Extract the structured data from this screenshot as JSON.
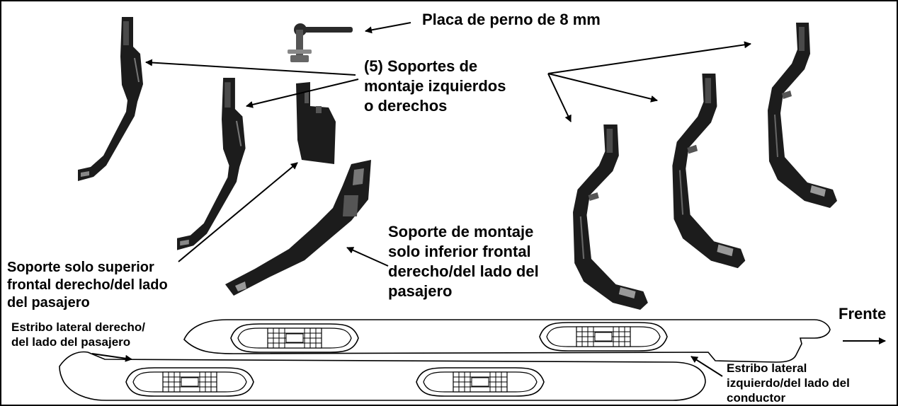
{
  "labels": {
    "bolt_plate": "Placa de perno de 8 mm",
    "mount_brackets": "(5) Soportes de\nmontaje izquierdos\no derechos",
    "front_lower_bracket": "Soporte de montaje\nsolo inferior frontal\nderecho/del lado del\npasajero",
    "front_upper_bracket": "Soporte solo superior\nfrontal derecho/del lado\ndel pasajero",
    "passenger_step": "Estribo lateral derecho/\ndel lado del pasajero",
    "front": "Frente",
    "driver_step": "Estribo lateral\nizquierdo/del lado del\nconductor"
  },
  "icons": {
    "brackets": "bracket-icon",
    "bolt": "bolt-icon",
    "small_bracket": "small-bracket-icon",
    "step": "running-board-icon"
  },
  "colors": {
    "ink": "#000000",
    "bracket_fill": "#1c1c1c",
    "bracket_highlight": "#6a6a6a",
    "paper": "#ffffff"
  }
}
